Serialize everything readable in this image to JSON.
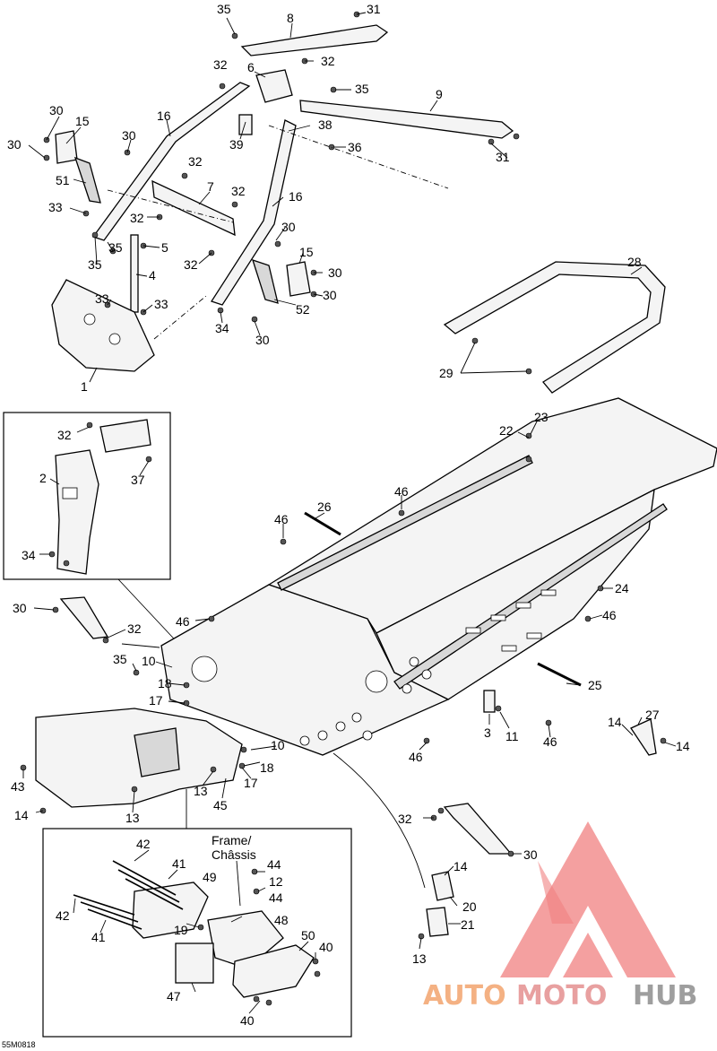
{
  "diagram": {
    "code": "55M0818",
    "frame_label_line1": "Frame/",
    "frame_label_line2": "Châssis",
    "callouts": [
      {
        "id": "c35a",
        "text": "35"
      },
      {
        "id": "c8",
        "text": "8"
      },
      {
        "id": "c31a",
        "text": "31"
      },
      {
        "id": "c32a",
        "text": "32"
      },
      {
        "id": "c6",
        "text": "6"
      },
      {
        "id": "c32b",
        "text": "32"
      },
      {
        "id": "c35b",
        "text": "35"
      },
      {
        "id": "c9",
        "text": "9"
      },
      {
        "id": "c30a",
        "text": "30"
      },
      {
        "id": "c15a",
        "text": "15"
      },
      {
        "id": "c16a",
        "text": "16"
      },
      {
        "id": "c38",
        "text": "38"
      },
      {
        "id": "c30b",
        "text": "30"
      },
      {
        "id": "c30c",
        "text": "30"
      },
      {
        "id": "c39",
        "text": "39"
      },
      {
        "id": "c36",
        "text": "36"
      },
      {
        "id": "c31b",
        "text": "31"
      },
      {
        "id": "c51",
        "text": "51"
      },
      {
        "id": "c32c",
        "text": "32"
      },
      {
        "id": "c7",
        "text": "7"
      },
      {
        "id": "c32d",
        "text": "32"
      },
      {
        "id": "c16b",
        "text": "16"
      },
      {
        "id": "c33a",
        "text": "33"
      },
      {
        "id": "c32e",
        "text": "32"
      },
      {
        "id": "c30d",
        "text": "30"
      },
      {
        "id": "c35c",
        "text": "35"
      },
      {
        "id": "c5",
        "text": "5"
      },
      {
        "id": "c15b",
        "text": "15"
      },
      {
        "id": "c32f",
        "text": "32"
      },
      {
        "id": "c35d",
        "text": "35"
      },
      {
        "id": "c30e",
        "text": "30"
      },
      {
        "id": "c28",
        "text": "28"
      },
      {
        "id": "c4",
        "text": "4"
      },
      {
        "id": "c30f",
        "text": "30"
      },
      {
        "id": "c33b",
        "text": "33"
      },
      {
        "id": "c33c",
        "text": "33"
      },
      {
        "id": "c52",
        "text": "52"
      },
      {
        "id": "c34a",
        "text": "34"
      },
      {
        "id": "c30g",
        "text": "30"
      },
      {
        "id": "c29",
        "text": "29"
      },
      {
        "id": "c1",
        "text": "1"
      },
      {
        "id": "c23",
        "text": "23"
      },
      {
        "id": "c22",
        "text": "22"
      },
      {
        "id": "c32g",
        "text": "32"
      },
      {
        "id": "c2",
        "text": "2"
      },
      {
        "id": "c37",
        "text": "37"
      },
      {
        "id": "c46a",
        "text": "46"
      },
      {
        "id": "c26",
        "text": "26"
      },
      {
        "id": "c46b",
        "text": "46"
      },
      {
        "id": "c34b",
        "text": "34"
      },
      {
        "id": "c24",
        "text": "24"
      },
      {
        "id": "c30h",
        "text": "30"
      },
      {
        "id": "c46c",
        "text": "46"
      },
      {
        "id": "c46d",
        "text": "46"
      },
      {
        "id": "c32h",
        "text": "32"
      },
      {
        "id": "c35e",
        "text": "35"
      },
      {
        "id": "c10a",
        "text": "10"
      },
      {
        "id": "c18a",
        "text": "18"
      },
      {
        "id": "c25",
        "text": "25"
      },
      {
        "id": "c17a",
        "text": "17"
      },
      {
        "id": "c27",
        "text": "27"
      },
      {
        "id": "c14a",
        "text": "14"
      },
      {
        "id": "c14b",
        "text": "14"
      },
      {
        "id": "c3",
        "text": "3"
      },
      {
        "id": "c11",
        "text": "11"
      },
      {
        "id": "c46e",
        "text": "46"
      },
      {
        "id": "c10b",
        "text": "10"
      },
      {
        "id": "c46f",
        "text": "46"
      },
      {
        "id": "c43",
        "text": "43"
      },
      {
        "id": "c18b",
        "text": "18"
      },
      {
        "id": "c13a",
        "text": "13"
      },
      {
        "id": "c17b",
        "text": "17"
      },
      {
        "id": "c45",
        "text": "45"
      },
      {
        "id": "c14c",
        "text": "14"
      },
      {
        "id": "c13b",
        "text": "13"
      },
      {
        "id": "c32i",
        "text": "32"
      },
      {
        "id": "c30i",
        "text": "30"
      },
      {
        "id": "c42a",
        "text": "42"
      },
      {
        "id": "c41a",
        "text": "41"
      },
      {
        "id": "c44a",
        "text": "44"
      },
      {
        "id": "c49",
        "text": "49"
      },
      {
        "id": "c12",
        "text": "12"
      },
      {
        "id": "c44b",
        "text": "44"
      },
      {
        "id": "c14d",
        "text": "14"
      },
      {
        "id": "c42b",
        "text": "42"
      },
      {
        "id": "c48",
        "text": "48"
      },
      {
        "id": "c20",
        "text": "20"
      },
      {
        "id": "c41b",
        "text": "41"
      },
      {
        "id": "c21",
        "text": "21"
      },
      {
        "id": "c19",
        "text": "19"
      },
      {
        "id": "c50",
        "text": "50"
      },
      {
        "id": "c40a",
        "text": "40"
      },
      {
        "id": "c13c",
        "text": "13"
      },
      {
        "id": "c47",
        "text": "47"
      },
      {
        "id": "c40b",
        "text": "40"
      }
    ]
  },
  "watermark": {
    "word_auto": "AUTO",
    "word_moto": "MOTO",
    "word_hub": "HUB",
    "color_auto": "#f4b183",
    "color_moto": "#e8a0a0",
    "color_hub": "#9e9e9e",
    "color_mark": "#f08080"
  }
}
